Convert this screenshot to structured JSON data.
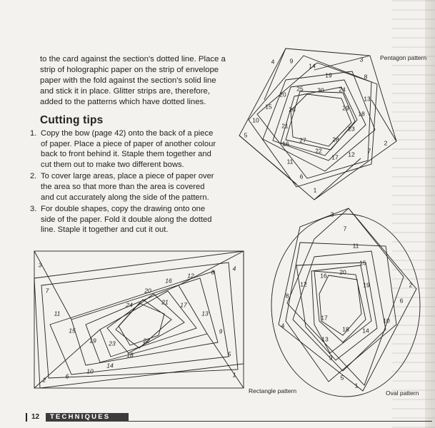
{
  "intro": {
    "lines": [
      "to the card against the section's dotted line. Place a",
      "strip of holographic paper on the strip of envelope",
      "paper with the fold against the section's solid line",
      "and stick it in place. Glitter strips are, therefore,",
      "added to the patterns which have dotted lines."
    ]
  },
  "cutting_tips": {
    "heading": "Cutting tips",
    "items": [
      {
        "num": "1.",
        "lines": [
          "Copy the bow (page 42) onto the back of a piece",
          "of paper. Place a piece of paper of another colour",
          "back to front behind it. Staple them together and",
          "cut them out to make two different bows."
        ]
      },
      {
        "num": "2.",
        "lines": [
          "To cover large areas, place a piece of paper over",
          "the area so that more than the area is covered",
          "and cut accurately along the side of the pattern."
        ]
      },
      {
        "num": "3.",
        "lines": [
          "For double shapes, copy the drawing onto one",
          "side of the paper. Fold it double along the dotted",
          "line. Staple it together and cut it out."
        ]
      }
    ]
  },
  "patterns": {
    "pentagon": {
      "caption": "Pentagon pattern",
      "labels": [
        "1",
        "2",
        "3",
        "4",
        "5",
        "6",
        "7",
        "8",
        "9",
        "10",
        "11",
        "12",
        "13",
        "14",
        "15",
        "16",
        "17",
        "18",
        "19",
        "20",
        "21",
        "22",
        "23",
        "24",
        "25",
        "26",
        "27",
        "28",
        "29",
        "30"
      ]
    },
    "rectangle": {
      "caption": "Rectangle pattern",
      "labels": [
        "1",
        "2",
        "3",
        "4",
        "5",
        "6",
        "7",
        "8",
        "9",
        "10",
        "11",
        "12",
        "13",
        "14",
        "15",
        "16",
        "17",
        "18",
        "19",
        "20",
        "21",
        "22",
        "23",
        "24"
      ]
    },
    "oval": {
      "caption": "Oval pattern",
      "labels": [
        "1",
        "2",
        "3",
        "4",
        "5",
        "6",
        "7",
        "8",
        "9",
        "10",
        "11",
        "12",
        "13",
        "14",
        "15",
        "16",
        "17",
        "18",
        "19",
        "20"
      ]
    }
  },
  "footer": {
    "page_number": "12",
    "section": "TECHNIQUES"
  }
}
